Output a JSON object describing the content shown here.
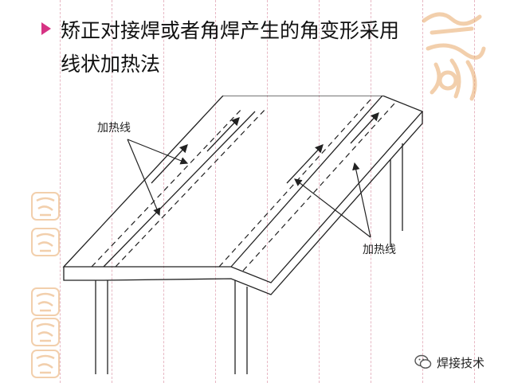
{
  "slide": {
    "title_line1": "矫正对接焊或者角焊产生的角变形采用",
    "title_line2": "线状加热法"
  },
  "diagram": {
    "label_left": "加热线",
    "label_right": "加热线"
  },
  "watermark": {
    "account": "焊接技术"
  },
  "colors": {
    "bullet": "#d63384",
    "seal": "#e8a86a",
    "grid": "#e7b8c4"
  },
  "icons": {
    "bullet": "triangle-bullet-icon",
    "wechat": "wechat-logo-icon"
  }
}
